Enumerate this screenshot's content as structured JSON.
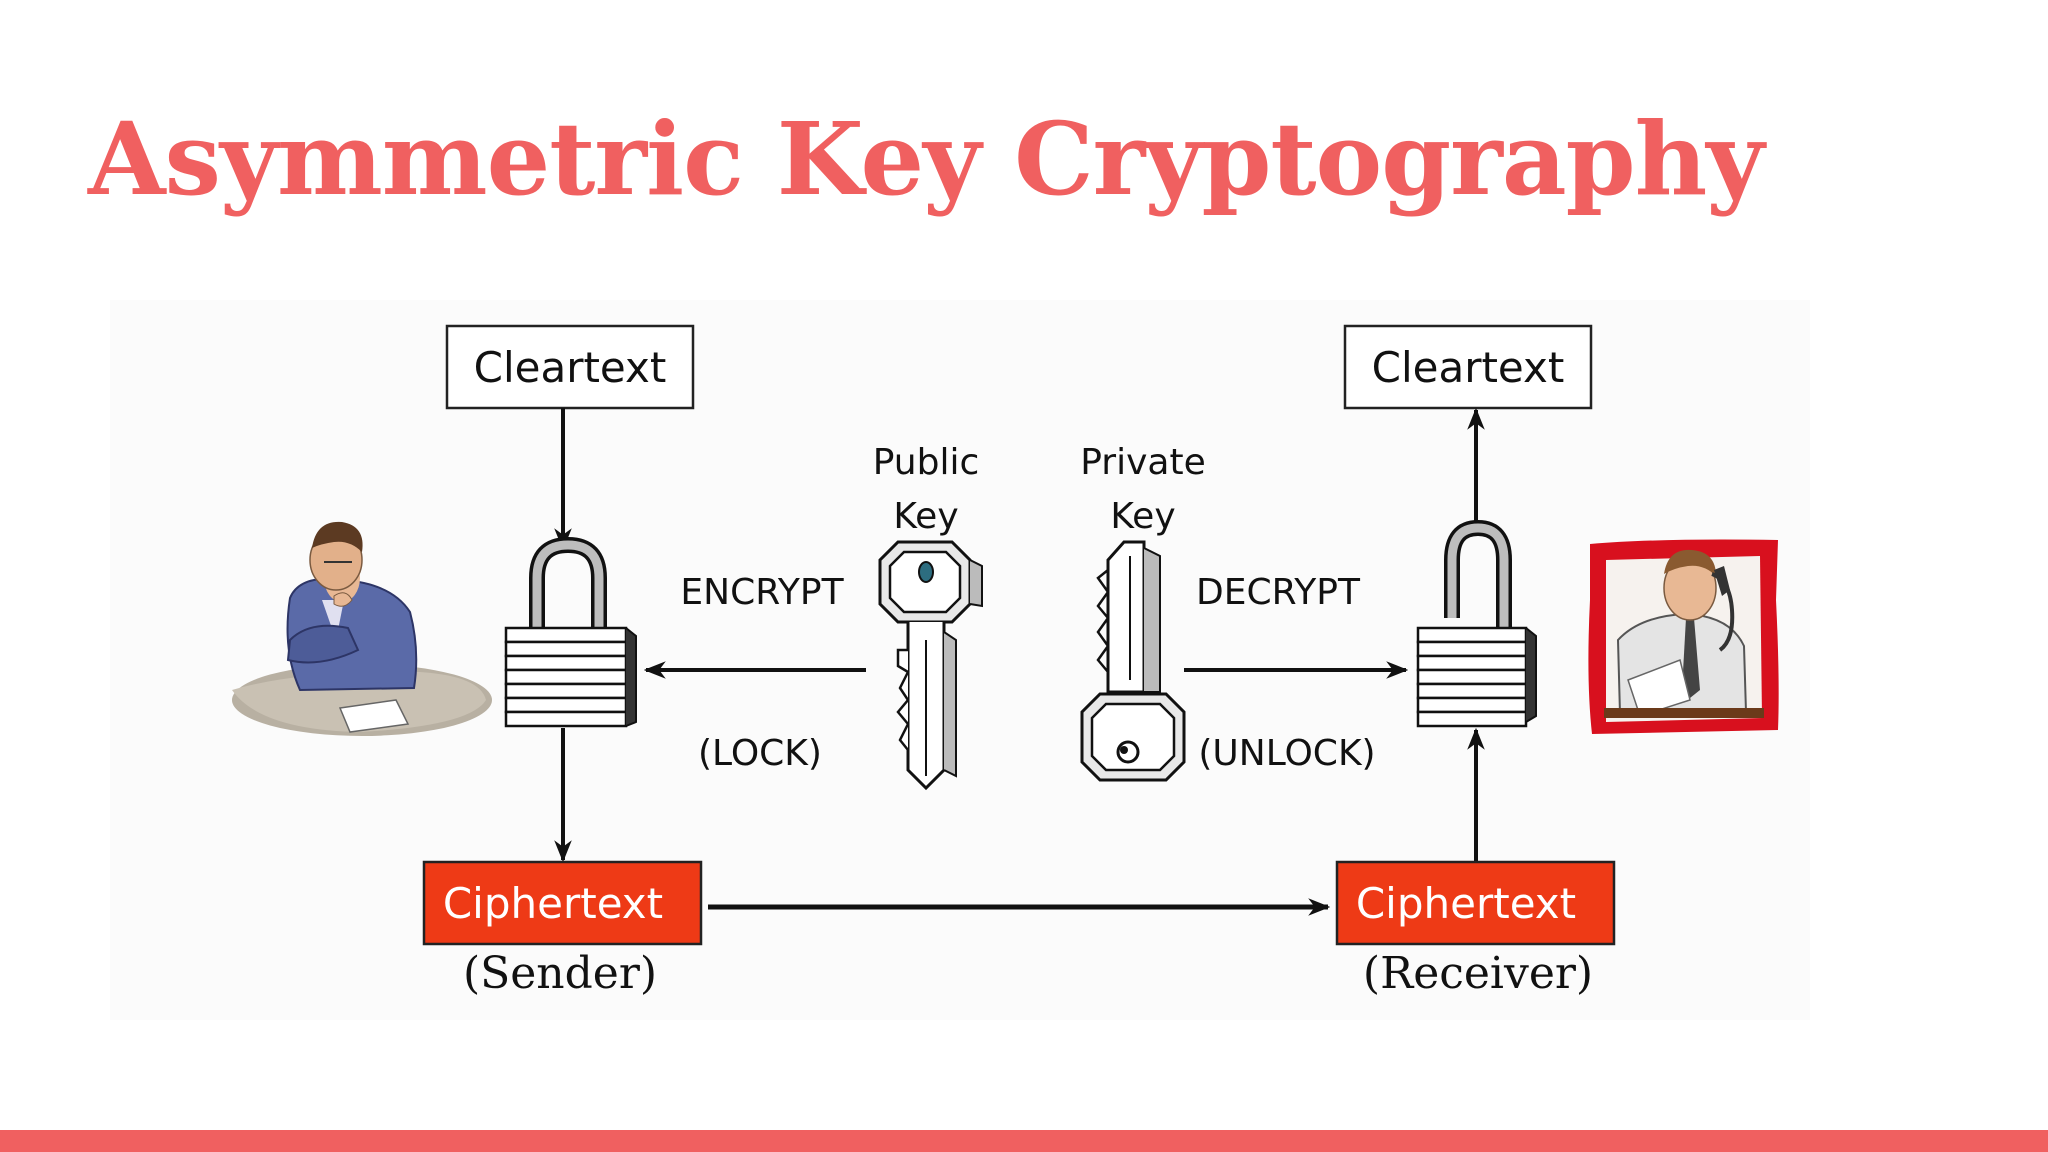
{
  "title": "Asymmetric Key Cryptography",
  "colors": {
    "accent": "#f06060",
    "cipher_fill": "#ee3a16",
    "receiver_frame": "#d8101e"
  },
  "diagram": {
    "sender": {
      "cleartext": "Cleartext",
      "ciphertext": "Ciphertext",
      "role": "(Sender)",
      "action": "ENCRYPT",
      "action_note": "(LOCK)",
      "key_label_line1": "Public",
      "key_label_line2": "Key"
    },
    "receiver": {
      "cleartext": "Cleartext",
      "ciphertext": "Ciphertext",
      "role": "(Receiver)",
      "action": "DECRYPT",
      "action_note": "(UNLOCK)",
      "key_label_line1": "Private",
      "key_label_line2": "Key"
    },
    "icons": [
      "person-thinking-icon",
      "padlock-closed-icon",
      "public-key-icon",
      "private-key-icon",
      "padlock-open-icon",
      "person-phone-icon"
    ]
  }
}
